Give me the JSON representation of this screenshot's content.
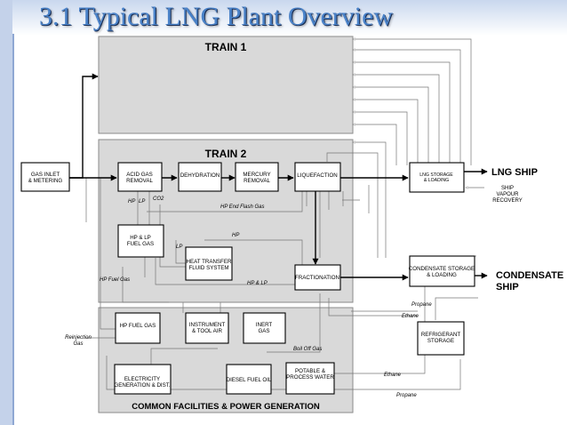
{
  "slide": {
    "title": "3.1 Typical LNG Plant Overview"
  },
  "trains": {
    "train1": "TRAIN 1",
    "train2": "TRAIN 2",
    "common": "COMMON FACILITIES & POWER GENERATION"
  },
  "units": {
    "gas_inlet": [
      "GAS INLET",
      "& METERING"
    ],
    "acid_gas": [
      "ACID GAS",
      "REMOVAL"
    ],
    "dehydration": [
      "DEHYDRATION"
    ],
    "mercury": [
      "MERCURY",
      "REMOVAL"
    ],
    "liquefaction": [
      "LIQUEFACTION"
    ],
    "hp_lp_fuel": [
      "HP & LP",
      "FUEL GAS"
    ],
    "heat_transfer": [
      "HEAT TRANSFER",
      "FLUID SYSTEM"
    ],
    "fractionation": [
      "FRACTIONATION"
    ],
    "lng_storage": [
      "LNG STORAGE",
      "& LOADING"
    ],
    "condensate_storage": [
      "CONDENSATE STORAGE",
      "& LOADING"
    ],
    "refrigerant_storage": [
      "REFRIGERANT",
      "STORAGE"
    ],
    "hp_fuel_gas": [
      "HP FUEL GAS"
    ],
    "instrument_air": [
      "INSTRUMENT",
      "& TOOL AIR"
    ],
    "inert_gas": [
      "INERT",
      "GAS"
    ],
    "electricity": [
      "ELECTRICITY",
      "GENERATION & DIST."
    ],
    "diesel": [
      "DIESEL FUEL OIL"
    ],
    "potable_water": [
      "POTABLE &",
      "PROCESS WATER"
    ]
  },
  "outputs": {
    "lng_ship": "LNG SHIP",
    "condensate_ship": [
      "CONDENSATE",
      "SHIP"
    ],
    "ship_vapour": [
      "SHIP",
      "VAPOUR",
      "RECOVERY"
    ]
  },
  "flow_labels": {
    "hp": "HP",
    "lp": "LP",
    "co2": "CO2",
    "hp_end_flash": "HP End Flash Gas",
    "hp_mid": "HP",
    "lp_fuel": "LP",
    "hp_fuel_gas": "HP Fuel Gas",
    "hp_lp": "HP & LP",
    "propane_top": "Propane",
    "ethane_top": "Ethane",
    "reinjection": [
      "Reinjection",
      "Gas"
    ],
    "boil_off": "Boil Off Gas",
    "ethane_bottom": "Ethane",
    "propane_bottom": "Propane"
  },
  "colors": {
    "title_blue": "#4a82c8",
    "train_fill": "#d9d9d9",
    "train_border": "#8a8a8a",
    "background_top": "#dde6f2",
    "left_bar": "#3a64b0"
  }
}
